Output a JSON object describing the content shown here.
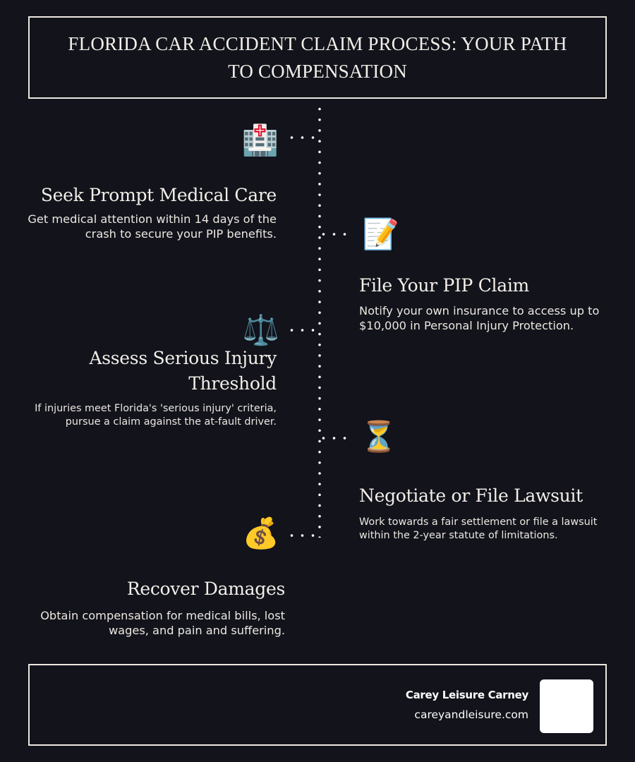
{
  "header": {
    "title": "FLORIDA CAR ACCIDENT CLAIM PROCESS: YOUR PATH TO COMPENSATION"
  },
  "colors": {
    "background": "#12131b",
    "text": "#ece8e0",
    "border": "#ece8e0",
    "dots": "#ffffff"
  },
  "steps": [
    {
      "icon": "hospital-icon",
      "glyph": "🏥",
      "title": "Seek Prompt Medical Care",
      "description": "Get medical attention within 14 days of the crash to secure your PIP benefits.",
      "side": "left"
    },
    {
      "icon": "memo-icon",
      "glyph": "📝",
      "title": "File Your PIP Claim",
      "description": "Notify your own insurance to access up to $10,000 in Personal Injury Protection.",
      "side": "right"
    },
    {
      "icon": "scales-icon",
      "glyph": "⚖️",
      "title": "Assess Serious Injury Threshold",
      "description": "If injuries meet Florida's 'serious injury' criteria, pursue a claim against the at-fault driver.",
      "side": "left"
    },
    {
      "icon": "hourglass-icon",
      "glyph": "⏳",
      "title": "Negotiate or File Lawsuit",
      "description": "Work towards a fair settlement or file a lawsuit within the 2-year statute of limitations.",
      "side": "right"
    },
    {
      "icon": "money-bag-icon",
      "glyph": "💰",
      "title": "Recover Damages",
      "description": "Obtain compensation for medical bills, lost wages, and pain and suffering.",
      "side": "left"
    }
  ],
  "footer": {
    "brand_name": "Carey Leisure Carney",
    "website": "careyandleisure.com"
  }
}
